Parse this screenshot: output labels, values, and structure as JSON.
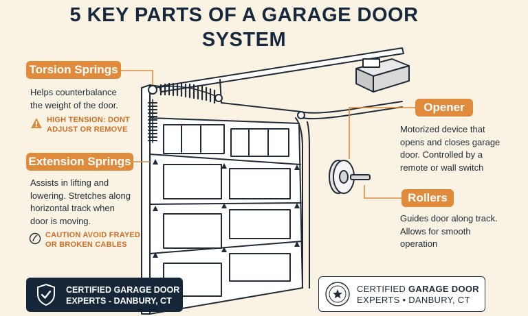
{
  "title": [
    "5 KEY PARTS OF A GARAGE DOOR",
    "SYSTEM"
  ],
  "parts": {
    "torsion": {
      "label": "Torsion Springs",
      "desc": [
        "Helps counterbalance",
        "the weight of the door."
      ],
      "warning": [
        "HIGH TENSION: DONT",
        "ADJUST OR REMOVE"
      ]
    },
    "extension": {
      "label": "Extension Springs",
      "desc": [
        "Assists in lifting and",
        "lowering. Stretches along",
        "horizontal track when",
        "door is moving."
      ],
      "warning": [
        "CAUTION AVOID FRAYED",
        "OR BROKEN CABLES"
      ]
    },
    "opener": {
      "label": "Opener",
      "desc": [
        "Motorized device that",
        "opens and closes garage",
        "door. Controlled by a",
        "remote or wall switch"
      ]
    },
    "rollers": {
      "label": "Rollers",
      "desc": [
        "Guides door along track.",
        "Allows for smooth",
        "operation"
      ]
    }
  },
  "badges": {
    "dark": [
      "CERTIFIED GARAGE DOOR",
      "EXPERTS - DANBURY, CT"
    ],
    "light": {
      "line1_prefix": "CERTIFIED ",
      "line1_bold": "GARAGE DOOR",
      "line2": "EXPERTS • DANBURY, CT"
    }
  },
  "colors": {
    "accent": "#e08a3c",
    "navy": "#142638",
    "background": "#faf3e3"
  }
}
